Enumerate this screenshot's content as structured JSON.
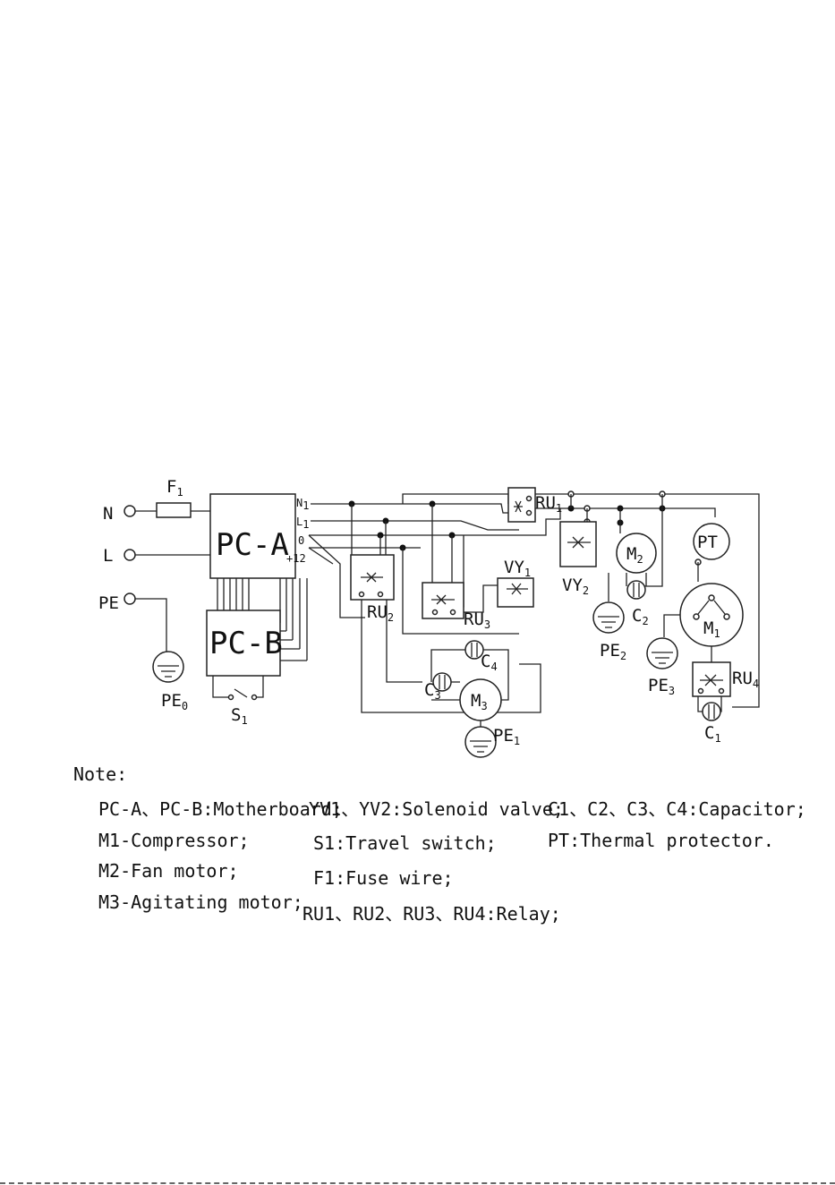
{
  "diagram": {
    "terminals": {
      "n": "N",
      "l": "L",
      "pe": "PE"
    },
    "fuse": {
      "main": "F",
      "sub": "1"
    },
    "boards": {
      "pca": "PC-A",
      "pcb": "PC-B",
      "pin_n": {
        "main": "N",
        "sub": "1"
      },
      "pin_l": {
        "main": "L",
        "sub": "1"
      },
      "pin_0": "0",
      "pin_12": "+12"
    },
    "switch": {
      "main": "S",
      "sub": "1"
    },
    "grounds": {
      "pe0": {
        "main": "PE",
        "sub": "0"
      },
      "pe1": {
        "main": "PE",
        "sub": "1"
      },
      "pe2": {
        "main": "PE",
        "sub": "2"
      },
      "pe3": {
        "main": "PE",
        "sub": "3"
      }
    },
    "relays": {
      "ru1": {
        "main": "RU",
        "sub": "1"
      },
      "ru2": {
        "main": "RU",
        "sub": "2"
      },
      "ru3": {
        "main": "RU",
        "sub": "3"
      },
      "ru4": {
        "main": "RU",
        "sub": "4"
      }
    },
    "valves": {
      "vy1": {
        "main": "VY",
        "sub": "1"
      },
      "vy2": {
        "main": "VY",
        "sub": "2"
      }
    },
    "motors": {
      "m1": {
        "main": "M",
        "sub": "1"
      },
      "m2": {
        "main": "M",
        "sub": "2"
      },
      "m3": {
        "main": "M",
        "sub": "3"
      }
    },
    "capacitors": {
      "c1": {
        "main": "C",
        "sub": "1"
      },
      "c2": {
        "main": "C",
        "sub": "2"
      },
      "c3": {
        "main": "C",
        "sub": "3"
      },
      "c4": {
        "main": "C",
        "sub": "4"
      }
    },
    "protector": "PT"
  },
  "note": {
    "heading": "Note:",
    "col1": [
      "PC-A、PC-B:Motherboard;",
      "M1-Compressor;",
      "M2-Fan motor;",
      "M3-Agitating motor;"
    ],
    "col2": [
      "YV1、YV2:Solenoid valve;",
      "S1:Travel switch;",
      "F1:Fuse wire;",
      "RU1、RU2、RU3、RU4:Relay;"
    ],
    "col3": [
      "C1、C2、C3、C4:Capacitor;",
      "PT:Thermal protector."
    ]
  }
}
